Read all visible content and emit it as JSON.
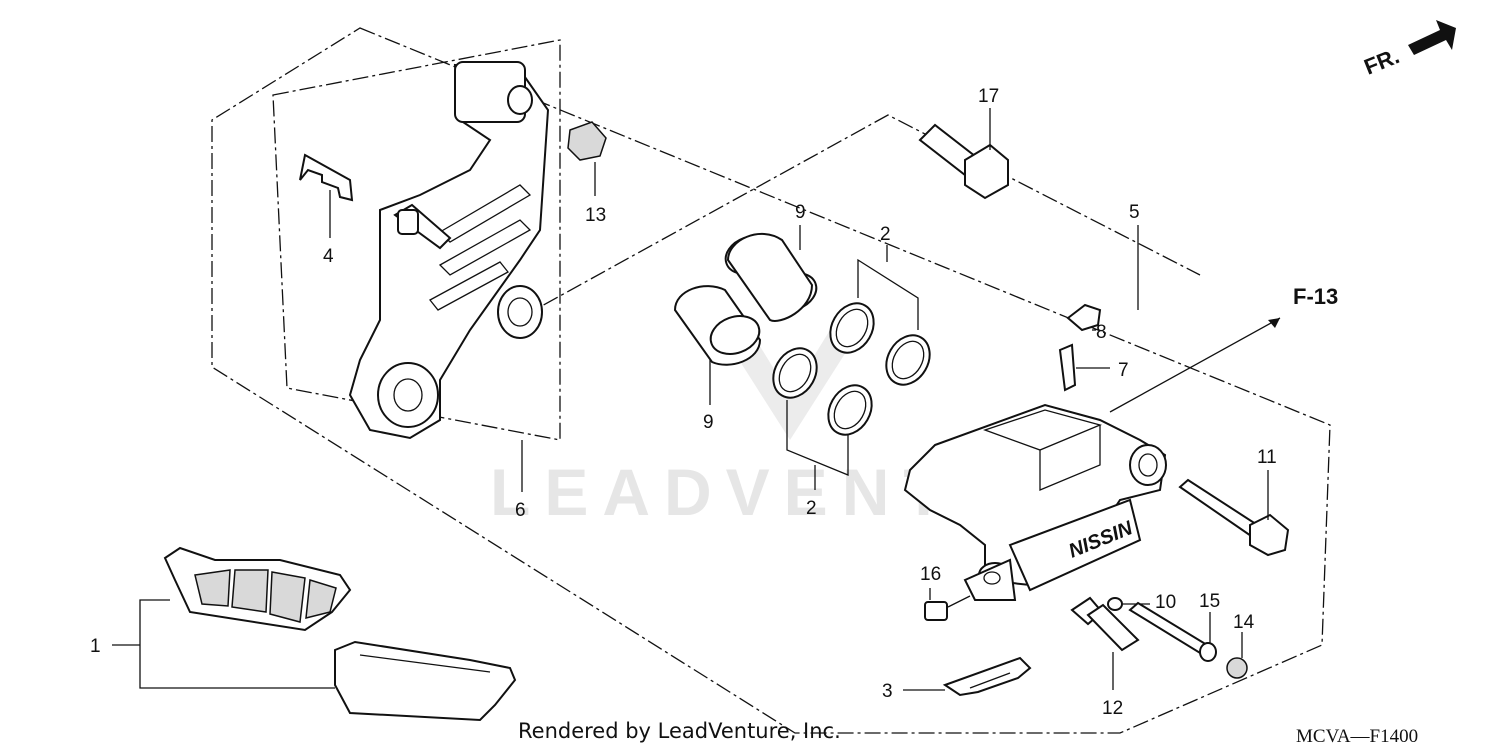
{
  "diagram": {
    "callouts": {
      "c1": "1",
      "c2a": "2",
      "c2b": "2",
      "c3": "3",
      "c4": "4",
      "c5": "5",
      "c6": "6",
      "c7": "7",
      "c8": "8",
      "c9a": "9",
      "c9b": "9",
      "c10": "10",
      "c11": "11",
      "c12": "12",
      "c13": "13",
      "c14": "14",
      "c15": "15",
      "c16": "16",
      "c17": "17"
    },
    "direction_label": "FR.",
    "reference_label": "F-13",
    "caliper_brand": "NISSIN",
    "watermark": "LEADVENTURE",
    "footer_credit": "Rendered by LeadVenture, Inc.",
    "diagram_code": "MCVA—F1400"
  }
}
